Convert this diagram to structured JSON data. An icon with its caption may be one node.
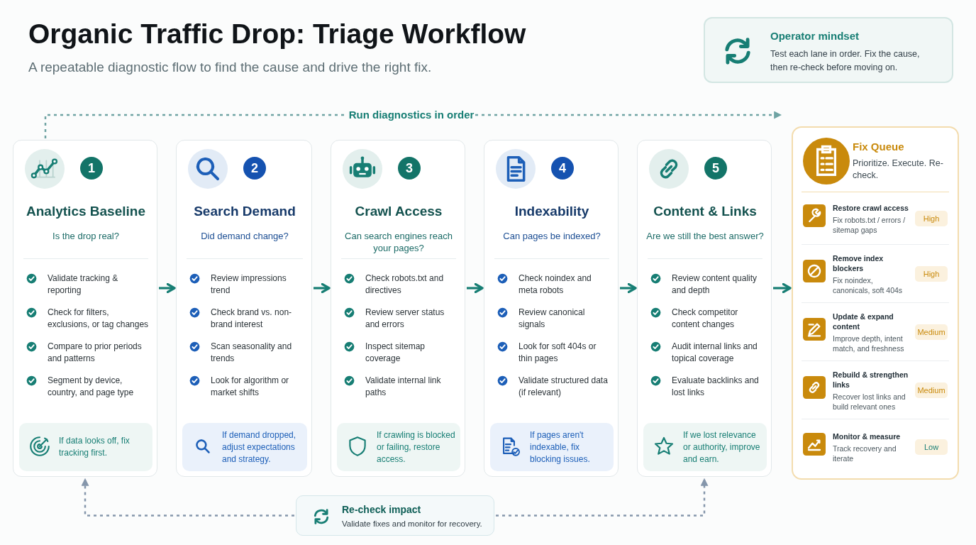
{
  "diagram": {
    "title": "Organic Traffic Drop: Triage Workflow",
    "nodes": [
      {
        "text": [
          "Operator mindset",
          "Test each lane in order. Fix the cause, then re-check before moving on."
        ]
      },
      {
        "text": [
          "1",
          "Analytics Baseline",
          "Is the drop real?",
          "Validate tracking & reporting",
          "Check for filters, exclusions, or tag changes",
          "Compare to prior periods and patterns",
          "Segment by device, country, and page type"
        ]
      },
      {
        "text": [
          "If data looks off, fix tracking first."
        ],
        "in": 1
      },
      {
        "text": [
          "2",
          "Search Demand",
          "Did demand change?",
          "Review impressions trend",
          "Check brand vs. non-brand interest",
          "Scan seasonality and trends",
          "Look for algorithm or market shifts"
        ]
      },
      {
        "text": [
          "If demand dropped, adjust expectations and strategy."
        ],
        "in": 3
      },
      {
        "text": [
          "3",
          "Crawl Access",
          "Can search engines reach your pages?",
          "Check robots.txt and directives",
          "Review server status and errors",
          "Inspect sitemap coverage",
          "Validate internal link paths"
        ]
      },
      {
        "text": [
          "If crawling is blocked or failing, restore access."
        ],
        "in": 5
      },
      {
        "text": [
          "4",
          "Indexability",
          "Can pages be indexed?",
          "Check noindex and meta robots",
          "Review canonical signals",
          "Look for soft 404s or thin pages",
          "Validate structured data (if relevant)"
        ]
      },
      {
        "text": [
          "If pages aren't indexable, fix blocking issues."
        ],
        "in": 7
      },
      {
        "text": [
          "5",
          "Content & Links",
          "Are we still the best answer?",
          "Review content quality and depth",
          "Check competitor content changes",
          "Audit internal links and topical coverage",
          "Evaluate backlinks and lost links"
        ]
      },
      {
        "text": [
          "If we lost relevance or authority, improve and earn."
        ],
        "in": 9
      },
      {
        "text": [
          "Fix Queue",
          "Prioritize. Execute. Re-check."
        ]
      },
      {
        "text": [
          "Restore crawl access",
          "Fix robots.txt / errors / sitemap gaps"
        ],
        "in": 11
      },
      {
        "text": [
          "High"
        ],
        "in": 12
      },
      {
        "text": [
          "Remove index blockers",
          "Fix noindex, canonicals, soft 404s"
        ],
        "in": 11
      },
      {
        "text": [
          "High"
        ],
        "in": 14
      },
      {
        "text": [
          "Update & expand content",
          "Improve depth, intent match, and freshness"
        ],
        "in": 11
      },
      {
        "text": [
          "Medium"
        ],
        "in": 16
      },
      {
        "text": [
          "Rebuild & strengthen links",
          "Recover lost links and build relevant ones"
        ],
        "in": 11
      },
      {
        "text": [
          "Medium"
        ],
        "in": 18
      },
      {
        "text": [
          "Monitor & measure",
          "Track recovery and iterate"
        ],
        "in": 11
      },
      {
        "text": [
          "Low"
        ],
        "in": 20
      },
      {
        "text": [
          "Re-check impact",
          "Validate fixes and monitor for recovery."
        ]
      }
    ],
    "edges": [
      {
        "from": 1,
        "to": 3,
        "arrow": "to"
      },
      {
        "from": 3,
        "to": 5,
        "arrow": "to"
      },
      {
        "from": 5,
        "to": 7,
        "arrow": "to"
      },
      {
        "from": 7,
        "to": 9,
        "arrow": "to"
      },
      {
        "from": 9,
        "to": 11,
        "arrow": "to"
      },
      {
        "from": 1,
        "to": 11,
        "arrow": "to",
        "label": "Run diagnostics in order",
        "style": "dashed",
        "color": "#6fa3a3"
      },
      {
        "from": 22,
        "to": 1,
        "arrow": "to",
        "style": "dashed",
        "color": "#8596ab"
      },
      {
        "from": 22,
        "to": 9,
        "arrow": "to",
        "style": "dashed",
        "color": "#8596ab"
      }
    ],
    "labels": [
      "A repeatable diagnostic flow to find the cause and drive the right fix."
    ]
  }
}
